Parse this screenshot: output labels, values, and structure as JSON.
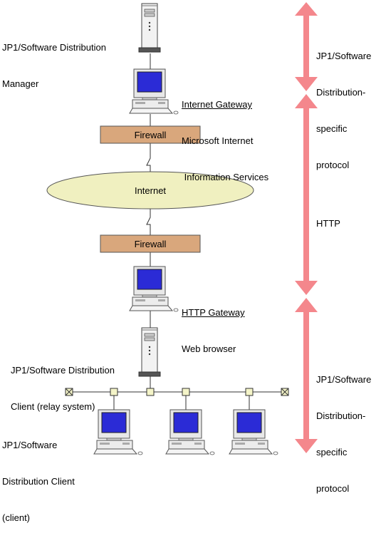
{
  "manager": {
    "label_lines": [
      "JP1/Software Distribution",
      "Manager"
    ]
  },
  "internet_gateway": {
    "title": "Internet Gateway",
    "detail_lines": [
      "Microsoft Internet",
      " Information Services"
    ]
  },
  "firewall_top": {
    "label": "Firewall"
  },
  "internet": {
    "label": "Internet"
  },
  "firewall_bottom": {
    "label": "Firewall"
  },
  "http_gateway": {
    "title": "HTTP Gateway",
    "detail": "Web browser"
  },
  "relay_client": {
    "label_lines": [
      "JP1/Software Distribution",
      "Client (relay system)"
    ]
  },
  "client": {
    "label_lines": [
      "JP1/Software",
      "Distribution Client",
      "(client)"
    ]
  },
  "protocols": [
    {
      "label_lines": [
        "JP1/Software",
        "Distribution-",
        "specific",
        "protocol"
      ]
    },
    {
      "label_lines": [
        "HTTP"
      ]
    },
    {
      "label_lines": [
        "JP1/Software",
        "Distribution-",
        "specific",
        "protocol"
      ]
    }
  ],
  "colors": {
    "firewall_fill": "#D9A77C",
    "internet_fill": "#F0F0C0",
    "arrow": "#F4878C",
    "screen": "#2B2BD6",
    "node_fill": "#F4F4C8"
  }
}
